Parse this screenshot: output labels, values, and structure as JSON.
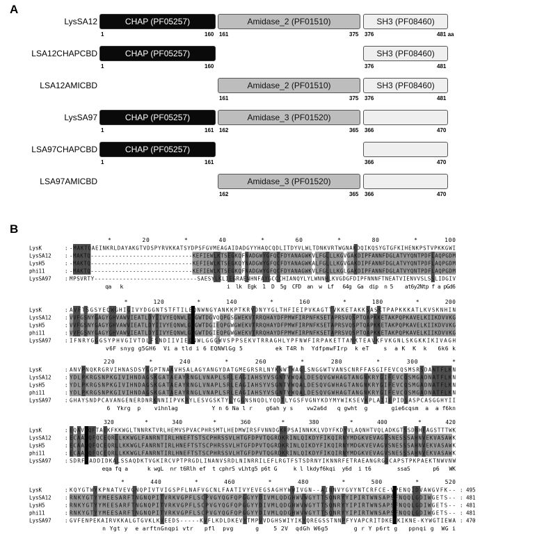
{
  "panelA": {
    "label": "A",
    "constructs": [
      {
        "name": "LysSA12",
        "domains": [
          {
            "kind": "chap",
            "label": "CHAP (PF05257)",
            "start": "1",
            "end": "160"
          },
          {
            "kind": "amid",
            "label": "Amidase_2 (PF01510)",
            "start": "161",
            "end": "375"
          },
          {
            "kind": "sh3",
            "label": "SH3 (PF08460)",
            "start": "376",
            "end": "481 aa"
          }
        ]
      },
      {
        "name": "LSA12CHAPCBD",
        "domains": [
          {
            "kind": "chap",
            "label": "CHAP (PF05257)",
            "start": "1",
            "end": "160"
          },
          {
            "kind": "sh3",
            "label": "SH3 (PF08460)",
            "start": "376",
            "end": "481"
          }
        ]
      },
      {
        "name": "LSA12AMICBD",
        "domains": [
          {
            "kind": "amid",
            "label": "Amidase_2 (PF01510)",
            "start": "161",
            "end": "375"
          },
          {
            "kind": "sh3",
            "label": "SH3 (PF08460)",
            "start": "376",
            "end": "481"
          }
        ]
      },
      {
        "name": "LysSA97",
        "domains": [
          {
            "kind": "chap",
            "label": "CHAP (PF05257)",
            "start": "1",
            "end": "161"
          },
          {
            "kind": "amid",
            "label": "Amidase_3 (PF01520)",
            "start": "162",
            "end": "365"
          },
          {
            "kind": "sh3",
            "label": "",
            "start": "366",
            "end": "470"
          }
        ]
      },
      {
        "name": "LSA97CHAPCBD",
        "domains": [
          {
            "kind": "chap",
            "label": "CHAP (PF05257)",
            "start": "1",
            "end": "161"
          },
          {
            "kind": "sh3",
            "label": "",
            "start": "366",
            "end": "470"
          }
        ]
      },
      {
        "name": "LSA97AMICBD",
        "domains": [
          {
            "kind": "amid",
            "label": "Amidase_3 (PF01520)",
            "start": "162",
            "end": "365"
          },
          {
            "kind": "sh3",
            "label": "",
            "start": "366",
            "end": "470"
          }
        ]
      }
    ]
  },
  "panelB": {
    "label": "B",
    "sequences": [
      "LysK",
      "LysSA12",
      "LysH5",
      "phi11",
      "LysSA97"
    ],
    "blocks": [
      {
        "ruler": "          *        20         *        40         *        60         *        80         *       100",
        "rows": [
          {
            "name": "LysK",
            "seq": "-MAKTQAEINKRLDAYAKGTVDSPYRVKKATSYDPSFGVMEAGAIDADGYYHAQCQDLITDYVLWLTDNKVRTWGNAKDQIKQSYGTGFKIHENKPSTVPKKGWI",
            "end": ""
          },
          {
            "name": "LysSA12",
            "seq": "-MAKTQ-----------------------------KEFIEWLKTSEGKQFNADGWYGFQCFDYANAGWKVLFGLLLKGVGAKDIPFANNFDGLATVYQNTPDFLAQPGDM",
            "end": ""
          },
          {
            "name": "LysH5",
            "seq": "-MAKTQ-----------------------------KEFIEWLKTSEGKQYNADGWYGFQCFDYANAGWKALFGLLLKGVGAKDIPFANNFDGLATVYQNTPDFLAQPGDM",
            "end": ""
          },
          {
            "name": "phi11",
            "seq": "-MAKTQ-----------------------------KEFIEWLKTSEGKQFNADGWYGFQCFDYANAGWKVLFGLLLKGLGAKDIPFANNFDGLATVYQNTPDFLAQPGDM",
            "end": ""
          },
          {
            "name": "LysSA97",
            "seq": "MPSVRTY-----------------------------SAESYLKLIEGRAENHNFAYGCCCHIANQYLYLWNNHLKVGDGFDIPFNNNFTNEATVIENVVSLSSLIDGIV",
            "end": ""
          }
        ],
        "consensus": "            qa   k                                   i  lk  Egk  1  D  5g  CFD  an  w  Lf   64g  Ga  dip  n 5    at6y2Ntp f a pGd6"
      },
      {
        "ruler": "               *       120         *       140         *       160         *       180         *       200",
        "rows": [
          {
            "name": "LysK",
            "seq": "AVFTSGSYEQWGHIGIVYDGGNTSTFTILEQNWNGYANKKPTKRVDNYYGLTHFIEIPVKAGTTVKKETAKKSASKTPAPKKKATLKVSKNHIN",
            "end": ""
          },
          {
            "name": "LysSA12",
            "seq": "VVFGSNYGAGYGHVAWVIEATLDYIIVYEQNWLGGGWTDGVQQPGSGWEKVTRRQHAYDFPMWFIRPNFKSETAPRSVQSPTQAPKKETAKPQPKAVELKIIKDVVKG",
            "end": ""
          },
          {
            "name": "LysH5",
            "seq": "VVFGSNYGAGYGHVAWVIEATLDYIIVYEQNWLGGGWTDGIEQPGWGWEKVTRRQHAYDFPMWFIRPNFKSETAPRSVQSPTQAPKKETAKPQPKAVELKIIKDVVKG",
            "end": ""
          },
          {
            "name": "phi11",
            "seq": "VVFGSNYGAGYGHVAWVIEATLDYIIVYEQNWLGGGWTDGIEQPGWGWEKVTRRQHAYDFPMWFIRPNFKSETAPRSVQSPTQAPKKETAKPQPKAVELKIIKDVVKG",
            "end": ""
          },
          {
            "name": "LysSA97",
            "seq": "IFNRYGGGSYPHVGIVTDLFSNDIIVIEQNWLGGGWVSPPSEKVTRRAGHLYPFNWFIRPAKETTANKTEAVKFVKGNLSKGKKIKIVAGH",
            "end": ""
          }
        ],
        "consensus": "          v6F snyg g5GH6  Vi a tld i 6 EQNWlGg 5         ek T4R h  YdfpmwFIrp  k eT    s  a K  K  k   6k6 k"
      },
      {
        "ruler": "         220         *       240         *       260         *       280         *       300         *",
        "rows": [
          {
            "name": "LysK",
            "seq": "ANVPNQKRGRVIHNASDSYGGPTNAAVHSALAGYANGYDATGMEGRSRLNYKNWTWAGLSNGGWTVANSCNRFFASGIFEVCQSMSRSDANTFLKN",
            "end": ""
          },
          {
            "name": "LysSA12",
            "seq": "YDLPKRGSNPKGIVIHNDAGSKGATAEAYRNGLVNAPLSRLEAGIAHSYVSGNTVWQALDESQVGWHAGTANGNKRYGIFEVCQSMGADNATFLKN",
            "end": ""
          },
          {
            "name": "LysH5",
            "seq": "YDLPKRGSNPKGIVIHNDAGSKGATAEAYRNGLVNAPLSRLEAGIAHSYVSGNTVWQALDESQVGWHAGTANGNKRYGIFEVCQSMGADNATFLKN",
            "end": ""
          },
          {
            "name": "phi11",
            "seq": "YDLPKRGSNPKGIVIHNDAGSKGATAEAYRNGLVNAPLSRLEAGIAHSYVSGNTVWQALDESQVGWHAGTANGNKRYGIFEVCQSMGADNATFLKN",
            "end": ""
          },
          {
            "name": "LysSA97",
            "seq": "GHAYSNDPCAVANGENERDNRKNNIIPVKRYLESVGSKTYLYGGNSNQDLYQDTLYGSFVGNYKDYMYWIKSEVKPLAIIEPIDSASPCASGGHYII",
            "end": ""
          }
        ],
        "consensus": "           6  Ykrg  p    vihnlag          Y n 6 Na l r    g6ah y s    vw2a6d   q gwht  g       gie6cqsm  a  a f6kn"
      },
      {
        "ruler": "          320         *       340         *       360         *       380         *       400         *       420",
        "rows": [
          {
            "name": "LysK",
            "seq": "EQAVFQFTAEKFKKWGLTNNRKTVRLHEMVSPVACPHRSMTLHEDMWIRSFVNNDGKRPSAINNKKLVDYFKDYVLAQNHTVQLADKGTSSDNHEAGSTTTWK",
            "end": ""
          },
          {
            "name": "LysSA12",
            "seq": "ECAAFQFQCEQRLLKKWGLFANRNTIRLHNEFTSTSCPHRSSVLHTGFDPVTQGRDKRINLQIKDYFIKQIRNYMDGKVEVAGVSNESSSAHNVEKVASAWK",
            "end": ""
          },
          {
            "name": "LysH5",
            "seq": "ECAAFQFQCEQRLLKKWGLFANRNTIRLHNEFTSTSCPHRSSVLHTGFDPVTQGRDKRINLQIKDYFIKQIRNYMDGKVEVAGVSNESSSAHNVEKVASAWK",
            "end": ""
          },
          {
            "name": "phi11",
            "seq": "ECAAFQFQCEQRLLKKWGLFANRNTIRLHNEFTSTSCPHRSSVLHTGFDPVTQGRDKRINLQIKDYFIKQIRNYMDGKVEVAGVSNESSSAHNVEKVASAWK",
            "end": ""
          },
          {
            "name": "LysSA97",
            "seq": "SDRFFADDIDKALSSAQDKTVGKIRCVPTPRGDLINANVSRDLNINRRILEFLRGTFSTSDRNYIKNNRFETRAEANGRGDCAPSTPKPAEKTNWVNW",
            "end": ""
          }
        ],
        "consensus": "          eqa fq a      k wgL  nr t6Rlh ef  t cphrS vLhtg5 p6t G     k l lkdyf6kqi  y6d  i t6        ssaS       p6   WK"
      },
      {
        "ruler": "              *       440         *       460         *       480         *       500         *       520",
        "rows": [
          {
            "name": "LysK",
            "seq": "KQYGTWYKPNATVEVGNQPIVTVIGSPFLNAFVGCNLFAATIVYEVEGSAGHYWWIVGN--AINNVYGVYNTCRFCE-VPENQIDVAWGVFK--",
            "end": ": 495"
          },
          {
            "name": "LysSA12",
            "seq": "RNKYGTYYMEESARFTNGNQPITVRKVGPFLSCPVGYQGFQPGGYYDIVMLQDGHWVWGYTTSQNRYYIPIRTWNSAPSFNQQLGDIWGETS--",
            "end": ": 481"
          },
          {
            "name": "LysH5",
            "seq": "RNKYGTYYMEESARFTNGNQPITVRKVGPFLSCPVGYQGFQPGGYYDIVMLQDGHWVWGYTTSQNRYYIPIRTWNSAPSFNQQLGDIWGETS--",
            "end": ": 481"
          },
          {
            "name": "phi11",
            "seq": "RNKYGTYYMEESARFTNGNQPITVRKVGPFLSCPVGYQGFQPGGYYDIVMLQDGHWVWGYTTSQNRYYIPIRTWNSAPSFNQQLGDIWGETS--",
            "end": ": 481"
          },
          {
            "name": "LysSA97",
            "seq": "GVFENPEKAIRVKKALGTGVKLKVEEDS-----KVFLKDLDKEVYTMPVVDGHSWIYIKYQREGSSTNNPFYVAPCRITDKEQKIKNE-KYWGTIEWA",
            "end": ": 470"
          }
        ],
        "consensus": "         n Ygt y  e arftnGnqpi vtr   pfl  pvg      g    5 2V  qdGh W6g5       g r Y p6rt g   ppnqi g  WG i"
      }
    ]
  }
}
